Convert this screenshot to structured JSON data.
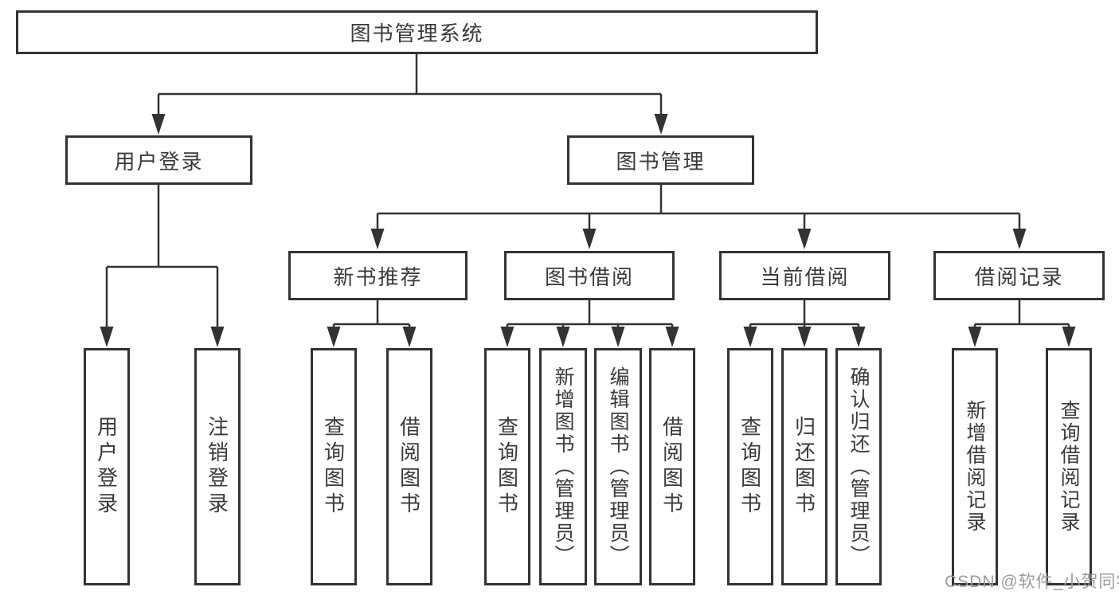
{
  "diagram": {
    "root": {
      "label": "图书管理系统"
    },
    "branches": {
      "user_login": {
        "label": "用户登录",
        "children": {
          "login": {
            "label": "用户登录"
          },
          "logout": {
            "label": "注销登录"
          }
        }
      },
      "book_management": {
        "label": "图书管理",
        "children": {
          "new_book_recommend": {
            "label": "新书推荐",
            "children": {
              "query_books": {
                "label": "查询图书"
              },
              "borrow_books": {
                "label": "借阅图书"
              }
            }
          },
          "book_borrowing": {
            "label": "图书借阅",
            "children": {
              "query_books": {
                "label": "查询图书"
              },
              "add_books": {
                "label": "新增图书（管理员）"
              },
              "edit_books": {
                "label": "编辑图书（管理员）"
              },
              "borrow_books": {
                "label": "借阅图书"
              }
            }
          },
          "current_borrowing": {
            "label": "当前借阅",
            "children": {
              "query_books": {
                "label": "查询图书"
              },
              "return_books": {
                "label": "归还图书"
              },
              "confirm_return": {
                "label": "确认归还（管理员）"
              }
            }
          },
          "borrowing_records": {
            "label": "借阅记录",
            "children": {
              "add_record": {
                "label": "新增借阅记录"
              },
              "query_record": {
                "label": "查询借阅记录"
              }
            }
          }
        }
      }
    }
  },
  "watermark": {
    "text": "CSDN @软件_小贺同学"
  },
  "colors": {
    "line": "#333333",
    "box_border": "#333333",
    "text": "#3a3a3a",
    "watermark_text": "#9c9c9c",
    "background": "#ffffff"
  }
}
